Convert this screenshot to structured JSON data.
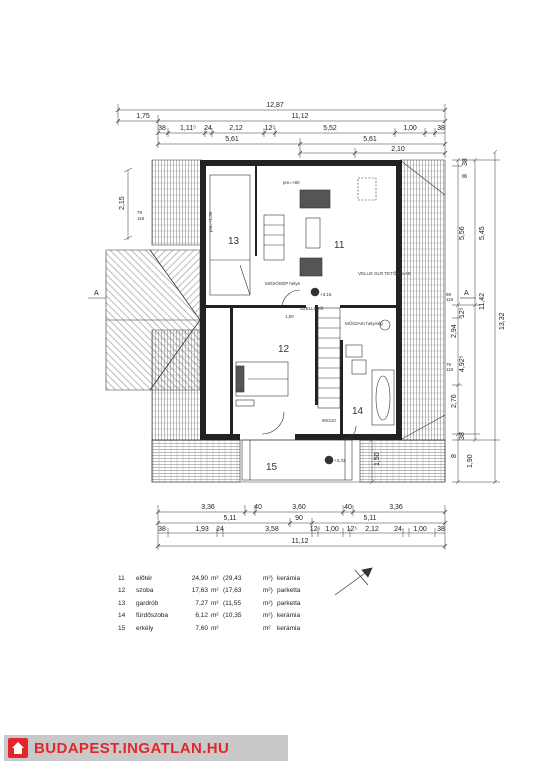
{
  "dimensions": {
    "top": {
      "overall": "12,87",
      "left_eave": "1,75",
      "inner_span": "11,12",
      "row3": [
        "38",
        "1,11⁵",
        "24",
        "2,12",
        "12⁵",
        "5,52",
        "1,00",
        "38"
      ],
      "row4": [
        "5,61",
        "5,61"
      ],
      "row5": [
        "2,10"
      ]
    },
    "bottom": {
      "row1": [
        "3,36",
        "40",
        "3,60",
        "40",
        "3,36"
      ],
      "row2": [
        "5,11",
        "90",
        "5,11"
      ],
      "row3": [
        "38",
        "1,93",
        "24",
        "3,58",
        "12⁵",
        "1,00",
        "12⁵",
        "2,12",
        "24",
        "1,00",
        "38"
      ],
      "overall": "11,12"
    },
    "left": [
      "2,15",
      "79",
      "118"
    ],
    "right": {
      "outer": [
        "8",
        "38",
        "13,32"
      ],
      "col2": [
        "5,45",
        "11,42"
      ],
      "col1": [
        "5,56",
        "12⁵",
        "2,94",
        "4,92⁵",
        "2,76",
        "38",
        "8",
        "1,90"
      ],
      "balcony": "1,50",
      "small_pairs": [
        [
          "98",
          "118"
        ],
        [
          "79",
          "118"
        ]
      ]
    }
  },
  "plan_labels": {
    "section_mark": "A",
    "rooms": [
      "11",
      "12",
      "13",
      "14",
      "15"
    ],
    "notes": [
      "pm=+80",
      "pm=+1,30",
      "VELUX GLR\nTETŐABLAK",
      "MŰSZAKI\nhelyiség",
      "MOSÓGÉP\nhelye",
      "SZELLŐZŐ",
      "+3,15",
      "+3,33",
      "90/210",
      "1,00"
    ]
  },
  "legend": [
    {
      "no": "11",
      "name": "előtér",
      "area": "24,90",
      "unit": "m²",
      "alt": "(29,43",
      "unit2": "m²)",
      "material": "kerámia"
    },
    {
      "no": "12",
      "name": "szoba",
      "area": "17,63",
      "unit": "m²",
      "alt": "(17,63",
      "unit2": "m²)",
      "material": "parketta"
    },
    {
      "no": "13",
      "name": "gardrób",
      "area": "7,27",
      "unit": "m²",
      "alt": "(11,55",
      "unit2": "m²)",
      "material": "parketta"
    },
    {
      "no": "14",
      "name": "fürdőszoba",
      "area": "6,12",
      "unit": "m²",
      "alt": "(10,35",
      "unit2": "m²)",
      "material": "kerámia"
    },
    {
      "no": "15",
      "name": "erkély",
      "area": "7,60",
      "unit": "m²",
      "alt": "",
      "unit2": "m²",
      "material": "kerámia"
    }
  ],
  "watermark": "BUDAPEST.INGATLAN.HU"
}
